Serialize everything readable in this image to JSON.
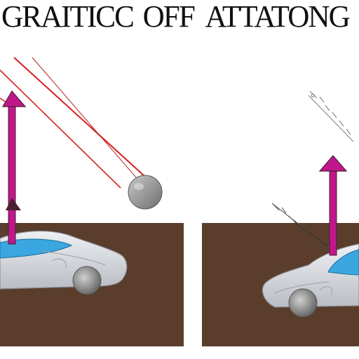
{
  "title": {
    "word1": "GRAITICC",
    "word2": "OFF",
    "word3": "ATTATONG"
  },
  "colors": {
    "background": "#ffffff",
    "ground": "#5a3d2b",
    "arrow": "#c0178c",
    "arrow_head": "#4a1f2f",
    "laser": "#d81f1f",
    "car_body": "#d6d9df",
    "car_window": "#3aa7e0",
    "ball": "#8a8a8a"
  },
  "icons": {
    "left_panel": [
      "car-icon",
      "ball-icon",
      "up-arrow-icon",
      "laser-line"
    ],
    "right_panel": [
      "car-icon",
      "up-arrow-icon",
      "rope-line"
    ]
  }
}
